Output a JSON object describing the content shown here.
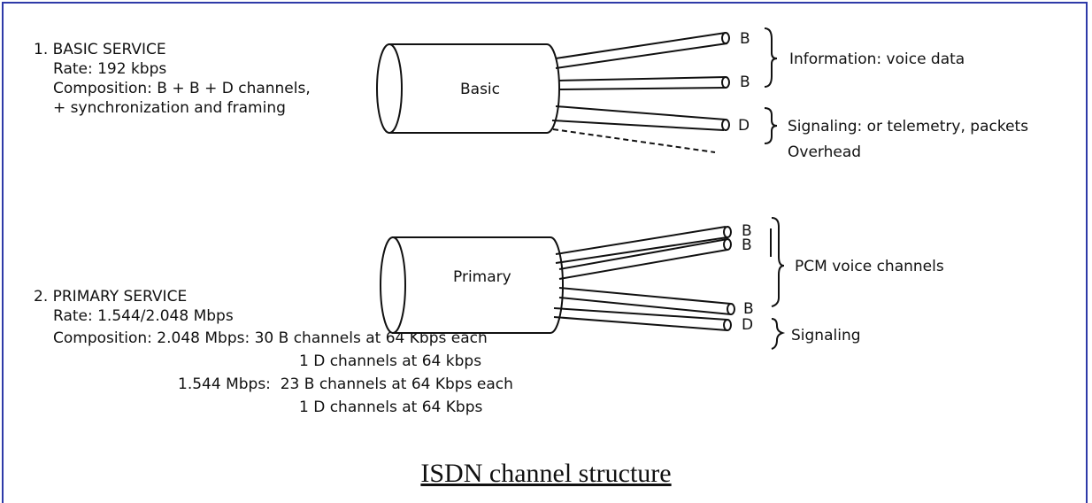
{
  "basic": {
    "title": "1. BASIC SERVICE",
    "rate": "Rate: 192 kbps",
    "composition_1": "Composition: B + B + D channels,",
    "composition_2": "+ synchronization and framing",
    "cable_label": "Basic",
    "channels": [
      "B",
      "B",
      "D"
    ],
    "info_label": "Information: voice data",
    "signaling_label": "Signaling: or telemetry, packets",
    "overhead_label": "Overhead"
  },
  "primary": {
    "cable_label": "Primary",
    "channels": [
      "B",
      "B",
      "B",
      "D"
    ],
    "pcm_label": "PCM voice channels",
    "signaling_label": "Signaling",
    "title": "2. PRIMARY SERVICE",
    "rate": "Rate: 1.544/2.048 Mbps",
    "comp_line_1": "Composition: 2.048 Mbps: 30 B channels at 64 Kbps each",
    "comp_line_2": "1 D channels at 64 kbps",
    "comp_line_3": "1.544 Mbps:  23 B channels at 64 Kbps each",
    "comp_line_4": "1 D channels at 64 Kbps"
  },
  "caption": "ISDN channel structure",
  "colors": {
    "frame": "#2e3aa8",
    "ink": "#111111"
  }
}
